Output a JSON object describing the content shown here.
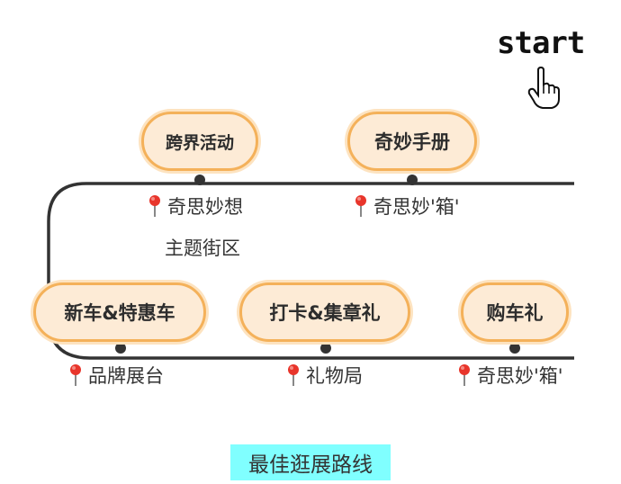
{
  "start_label": "start",
  "stops": [
    {
      "name": "跨界活动"
    },
    {
      "name": "奇妙手册"
    },
    {
      "name": "新车&特惠车"
    },
    {
      "name": "打卡&集章礼"
    },
    {
      "name": "购车礼"
    }
  ],
  "locations": {
    "loc1": "奇思妙想",
    "loc1_line2": "主题街区",
    "loc2": "奇思妙'箱'",
    "loc3": "品牌展台",
    "loc4": "礼物局",
    "loc5": "奇思妙'箱'"
  },
  "caption": "最佳逛展路线",
  "colors": {
    "route_line": "#333333",
    "pill_fill": "#fdebd6",
    "pill_border": "#f4b15a",
    "pin": "#e8352b",
    "caption_bg": "#80ffff"
  },
  "icons": [
    "pointing-hand-icon",
    "map-pin-icon"
  ]
}
